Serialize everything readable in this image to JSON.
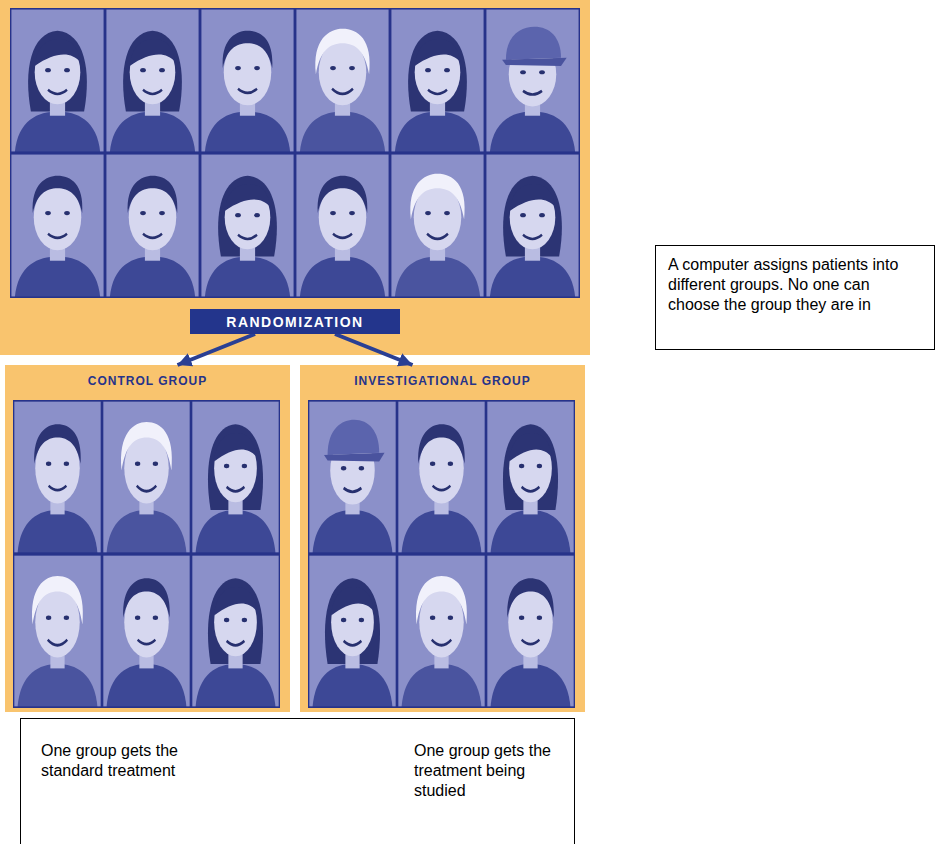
{
  "diagram": {
    "nodes": [
      {
        "text": [
          "RANDOMIZATION"
        ]
      },
      {
        "text": [
          "CONTROL GROUP"
        ]
      },
      {
        "text": [
          "INVESTIGATIONAL GROUP"
        ]
      },
      {
        "text": [
          "A computer assigns patients into different groups. No one can choose the group they are in"
        ]
      },
      {
        "text": [
          "One group gets the standard treatment",
          "One group gets the treatment being studied"
        ]
      }
    ],
    "edges": [
      {
        "from": 0,
        "to": 1,
        "arrow": "to"
      },
      {
        "from": 0,
        "to": 2,
        "arrow": "to"
      }
    ]
  }
}
